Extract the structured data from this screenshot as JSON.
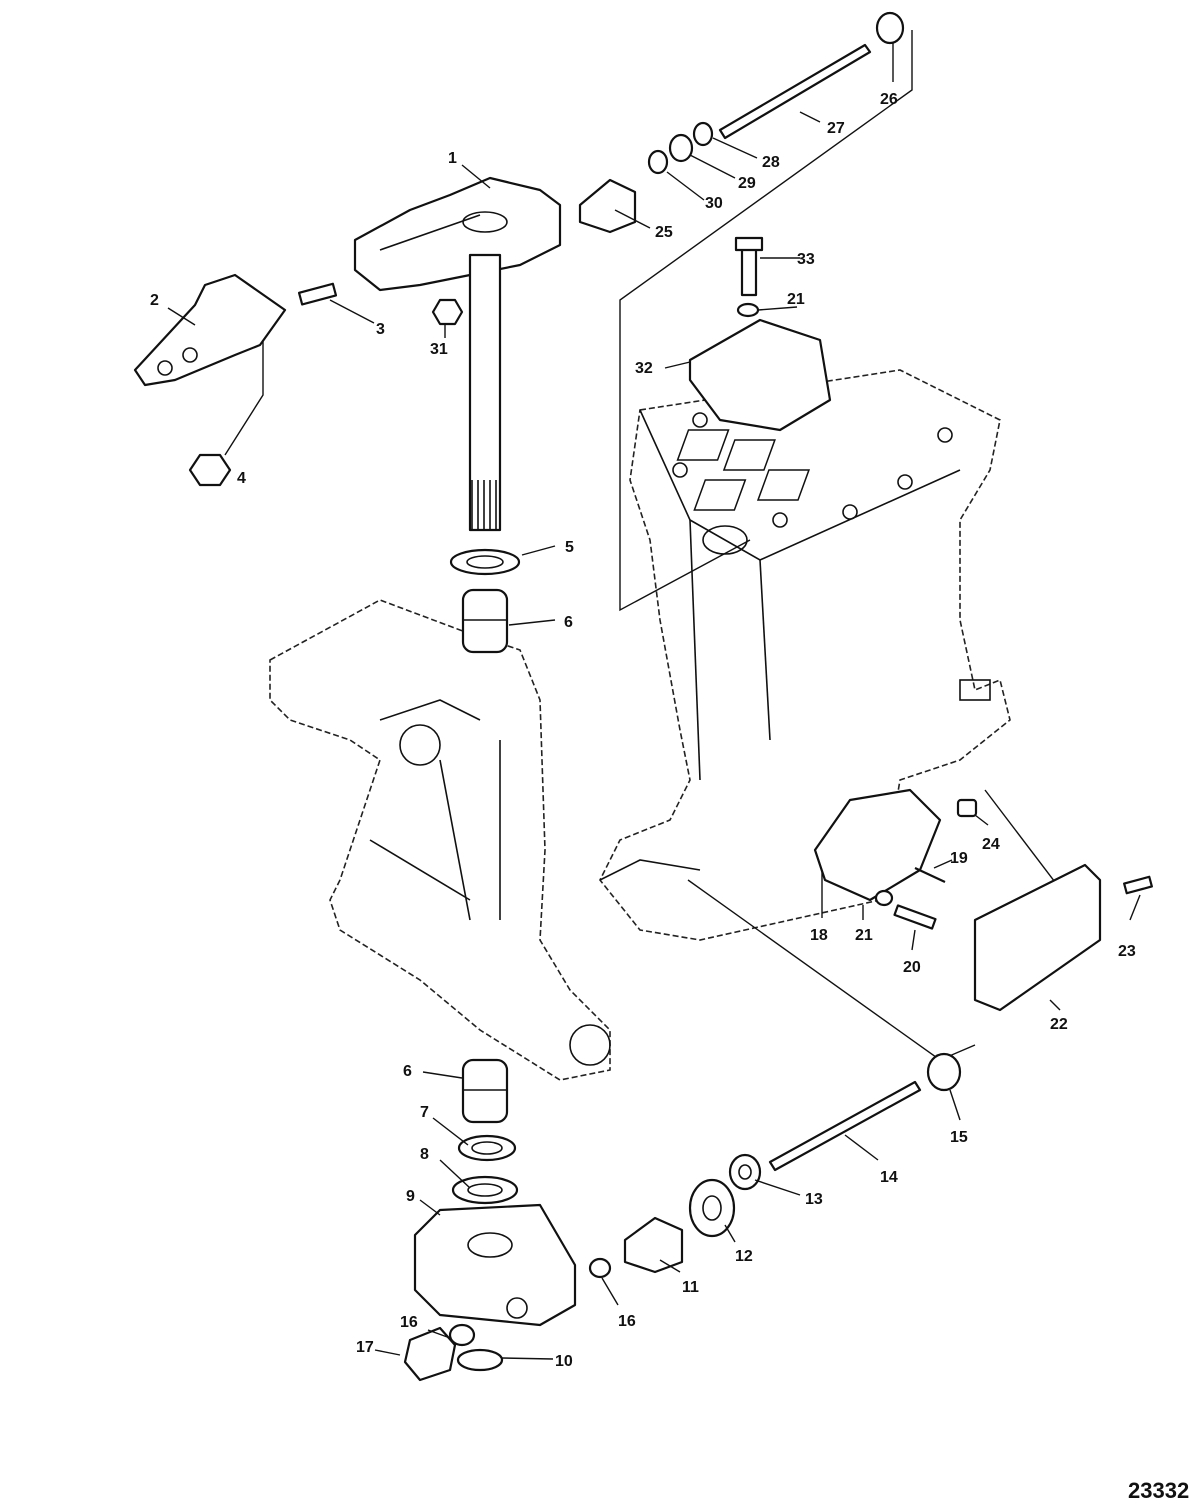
{
  "figure_number": "23332",
  "callouts": {
    "c1": "1",
    "c2": "2",
    "c3": "3",
    "c4": "4",
    "c5": "5",
    "c6a": "6",
    "c6b": "6",
    "c7": "7",
    "c8": "8",
    "c9": "9",
    "c10": "10",
    "c11": "11",
    "c12": "12",
    "c13": "13",
    "c14": "14",
    "c15": "15",
    "c16a": "16",
    "c16b": "16",
    "c17": "17",
    "c18": "18",
    "c19": "19",
    "c20": "20",
    "c21a": "21",
    "c21b": "21",
    "c22": "22",
    "c23": "23",
    "c24": "24",
    "c25": "25",
    "c26": "26",
    "c27": "27",
    "c28": "28",
    "c29": "29",
    "c30": "30",
    "c31": "31",
    "c32": "32",
    "c33": "33"
  }
}
